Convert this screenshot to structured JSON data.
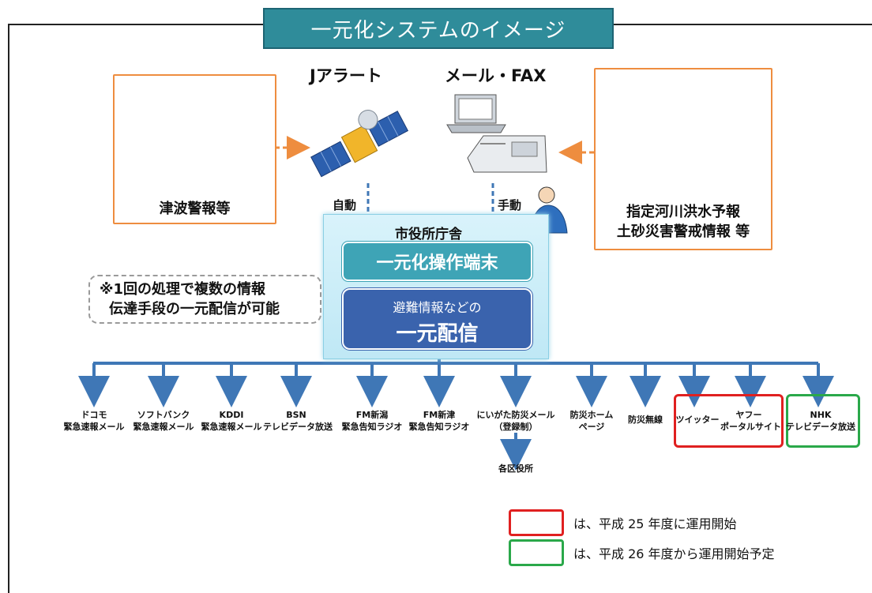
{
  "title": "一元化システムのイメージ",
  "sources": {
    "tsunami": {
      "label": "津波警報等"
    },
    "j_alert": {
      "label": "Jアラート",
      "mode": "自動"
    },
    "mail_fax": {
      "label": "メール・FAX",
      "mode": "手動"
    },
    "river": {
      "line1": "指定河川洪水予報",
      "line2": "土砂災害警戒情報 等"
    }
  },
  "office": {
    "label": "市役所庁舎",
    "terminal": "一元化操作端末",
    "distribution_line1": "避難情報などの",
    "distribution_line2": "一元配信"
  },
  "note": {
    "line1": "※1回の処理で複数の情報",
    "line2": "伝達手段の一元配信が可能"
  },
  "channels": [
    {
      "line1": "ドコモ",
      "line2": "緊急速報メール"
    },
    {
      "line1": "ソフトバンク",
      "line2": "緊急速報メール"
    },
    {
      "line1": "KDDI",
      "line2": "緊急速報メール"
    },
    {
      "line1": "BSN",
      "line2": "テレビデータ放送"
    },
    {
      "line1": "FM新潟",
      "line2": "緊急告知ラジオ"
    },
    {
      "line1": "FM新津",
      "line2": "緊急告知ラジオ"
    },
    {
      "line1": "にいがた防災メール",
      "line2": "（登録制）"
    },
    {
      "line1": "防災ホーム",
      "line2": "ページ"
    },
    {
      "line1": "防災無線",
      "line2": ""
    },
    {
      "line1": "ツイッター",
      "line2": ""
    },
    {
      "line1": "ヤフー",
      "line2": "ポータルサイト"
    },
    {
      "line1": "NHK",
      "line2": "テレビデータ放送"
    }
  ],
  "sub_channel": "各区役所",
  "legend": {
    "red": {
      "text": "は、平成 25 年度に運用開始",
      "color": "#e02020"
    },
    "green": {
      "text": "は、平成 26 年度から運用開始予定",
      "color": "#2aa84a"
    }
  },
  "colors": {
    "title_bg": "#2f8c9a",
    "arrow_blue": "#3f77b6",
    "source_arrow": "#ee8d3f",
    "card_border": "#ee8d3f"
  }
}
